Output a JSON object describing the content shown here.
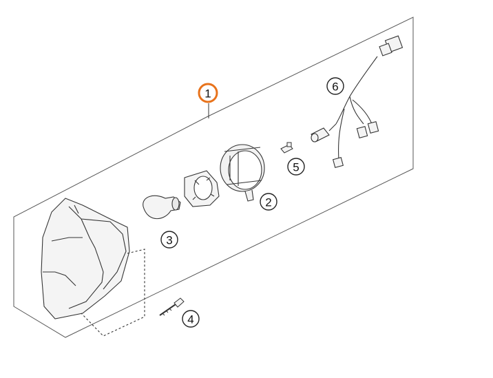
{
  "callouts": [
    {
      "label": "1",
      "highlighted": true
    },
    {
      "label": "2",
      "highlighted": false
    },
    {
      "label": "3",
      "highlighted": false
    },
    {
      "label": "4",
      "highlighted": false
    },
    {
      "label": "5",
      "highlighted": false
    },
    {
      "label": "6",
      "highlighted": false
    }
  ],
  "colors": {
    "highlight": "#e8731c",
    "line": "#333333",
    "part_fill": "#f2f2f2"
  }
}
